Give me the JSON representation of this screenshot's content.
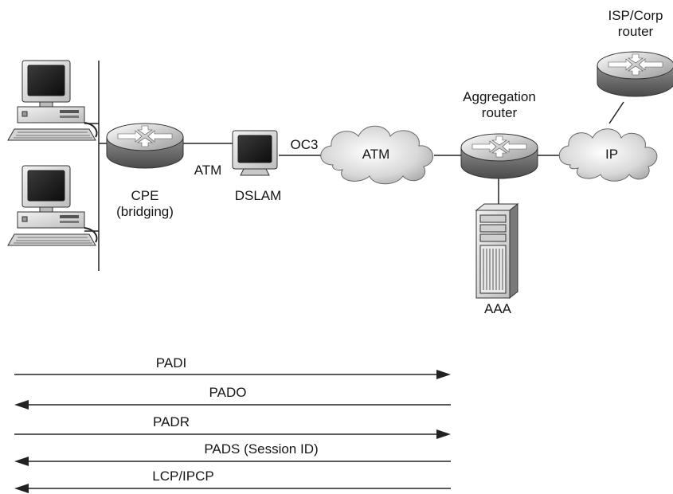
{
  "devices": {
    "cpe_label": "CPE\n(bridging)",
    "dslam_label": "DSLAM",
    "aggregation_label": "Aggregation\nrouter",
    "isp_label": "ISP/Corp\nrouter",
    "aaa_label": "AAA"
  },
  "links": {
    "cpe_dslam": "ATM",
    "dslam_cloud": "OC3"
  },
  "clouds": {
    "atm": "ATM",
    "ip": "IP"
  },
  "messages": [
    {
      "label": "PADI",
      "direction": "right"
    },
    {
      "label": "PADO",
      "direction": "left"
    },
    {
      "label": "PADR",
      "direction": "right"
    },
    {
      "label": "PADS (Session ID)",
      "direction": "left"
    },
    {
      "label": "LCP/IPCP",
      "direction": "left"
    }
  ]
}
